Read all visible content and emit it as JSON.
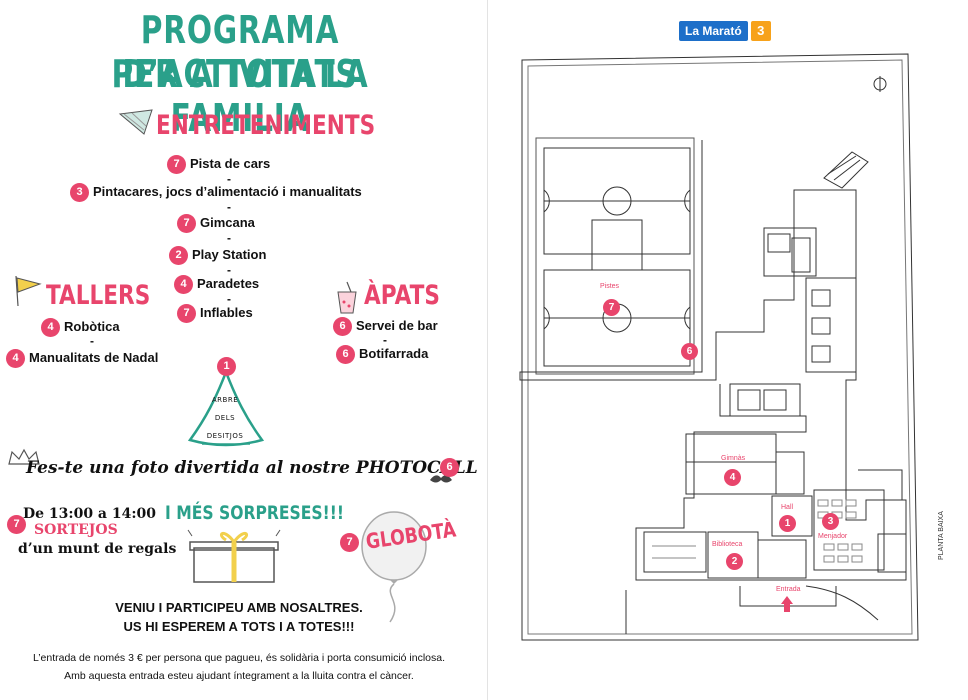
{
  "poster": {
    "title_line1": "PROGRAMA D’ACTIVITATS",
    "title_line2": "PER A TOTA LA FAMILIA",
    "entreteniments": {
      "heading": "ENTRETENIMENTS",
      "items": [
        {
          "num": "7",
          "label": "Pista de cars"
        },
        {
          "num": "3",
          "label": "Pintacares, jocs d’alimentació i manualitats"
        },
        {
          "num": "7",
          "label": "Gimcana"
        },
        {
          "num": "2",
          "label": "Play Station"
        },
        {
          "num": "4",
          "label": "Paradetes"
        },
        {
          "num": "7",
          "label": "Inflables"
        }
      ],
      "separator": "-"
    },
    "tallers": {
      "heading": "TALLERS",
      "items": [
        {
          "num": "4",
          "label": "Robòtica"
        },
        {
          "num": "4",
          "label": "Manualitats de Nadal"
        }
      ]
    },
    "apats": {
      "heading": "ÀPATS",
      "items": [
        {
          "num": "6",
          "label": "Servei de bar"
        },
        {
          "num": "6",
          "label": "Botifarrada"
        }
      ]
    },
    "arbre": {
      "num": "1",
      "line1": "ARBRE",
      "line2": "DELS",
      "line3": "DESITJOS"
    },
    "photocall": {
      "text": "Fes-te una foto divertida al nostre PHOTOCALL",
      "num": "6"
    },
    "sortejos": {
      "time": "De 13:00 a 14:00",
      "num": "7",
      "title": "SORTEJOS",
      "subtitle": "d’un munt de regals"
    },
    "sorpreses": "I MÉS SORPRESES!!!",
    "globota": {
      "num": "7",
      "text": "GLOBOTÀ"
    },
    "cta_line1": "VENIU I PARTICIPEU AMB NOSALTRES.",
    "cta_line2": "US HI ESPEREM A TOTS I A TOTES!!!",
    "note_line1": "L’entrada de només 3 € per persona que pagueu, és solidària i porta consumició inclosa.",
    "note_line2": "Amb aquesta entrada esteu ajudant íntegrament a la lluita contra el càncer."
  },
  "map": {
    "logo_text": "La Marató",
    "logo_num": "3",
    "plan_label": "PLANTA BAIXA",
    "rooms": [
      {
        "num": "7",
        "label": "Pistes"
      },
      {
        "num": "6",
        "label": ""
      },
      {
        "num": "4",
        "label": "Gimnàs"
      },
      {
        "num": "1",
        "label": "Hall"
      },
      {
        "num": "3",
        "label": "Menjador"
      },
      {
        "num": "2",
        "label": "Biblioteca"
      },
      {
        "num": "",
        "label": "Entrada"
      }
    ]
  },
  "colors": {
    "teal": "#2aa08a",
    "pink": "#e8456c",
    "logo_blue": "#1d6fc9",
    "logo_orange": "#f7a21b"
  }
}
